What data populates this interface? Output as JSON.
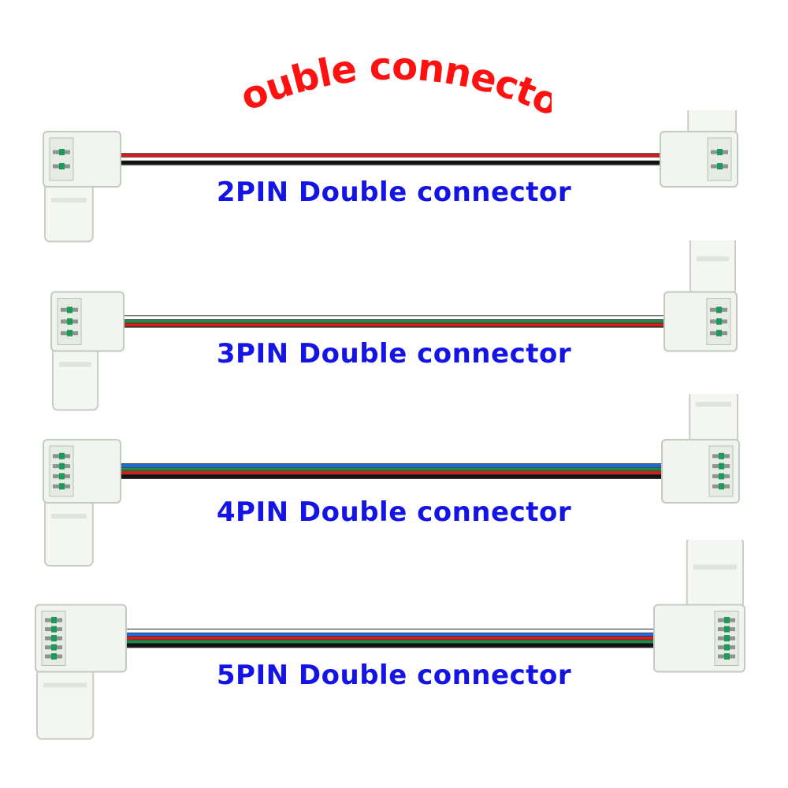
{
  "title": {
    "text": "Double connector",
    "color": "#ff1111"
  },
  "label_color": "#1414e6",
  "products": [
    {
      "label": "2PIN Double connector",
      "pins": 2,
      "wires": [
        "#d81c1c",
        "#ffffff",
        "#111111"
      ]
    },
    {
      "label": "3PIN Double connector",
      "pins": 3,
      "wires": [
        "#ffffff",
        "#1a8a4a",
        "#d81c1c"
      ]
    },
    {
      "label": "4PIN Double connector",
      "pins": 4,
      "wires": [
        "#1f6ad8",
        "#1a8a4a",
        "#d81c1c",
        "#111111"
      ]
    },
    {
      "label": "5PIN Double connector",
      "pins": 5,
      "wires": [
        "#ffffff",
        "#1f6ad8",
        "#d81c1c",
        "#1a8a4a",
        "#111111"
      ]
    }
  ]
}
